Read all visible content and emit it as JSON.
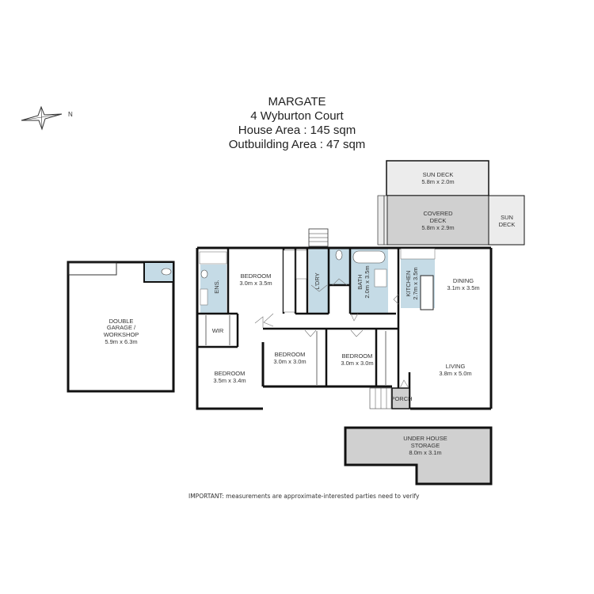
{
  "header": {
    "suburb": "MARGATE",
    "address": "4 Wyburton Court",
    "house_area": "House Area : 145 sqm",
    "outbuilding_area": "Outbuilding Area : 47 sqm"
  },
  "compass": {
    "icon": "compass-north-icon",
    "label": "N"
  },
  "colors": {
    "wet_area": "#c5dbe6",
    "deck_light": "#ececec",
    "deck_dark": "#d0d0d0",
    "wall": "#111111",
    "porch": "#cfcfcf"
  },
  "rooms": {
    "sun_deck_top": {
      "name": "SUN DECK",
      "size": "5.8m x 2.0m"
    },
    "covered_deck": {
      "name1": "COVERED",
      "name2": "DECK",
      "size": "5.8m x 2.9m"
    },
    "sun_deck_side": {
      "name1": "SUN",
      "name2": "DECK"
    },
    "bedroom_main": {
      "name": "BEDROOM",
      "size": "3.0m x 3.5m"
    },
    "ensuite": {
      "name": "ENS."
    },
    "laundry": {
      "name": "L'DRY"
    },
    "bath": {
      "name": "BATH",
      "size": "2.0m x 3.5m"
    },
    "kitchen": {
      "name": "KITCHEN",
      "size": "2.7m x 3.5m"
    },
    "dining": {
      "name": "DINING",
      "size": "3.1m x 3.5m"
    },
    "wir": {
      "name": "WIR"
    },
    "bedroom_sw": {
      "name": "BEDROOM",
      "size": "3.5m x 3.4m"
    },
    "bedroom_mid1": {
      "name": "BEDROOM",
      "size": "3.0m x 3.0m"
    },
    "bedroom_mid2": {
      "name": "BEDROOM",
      "size": "3.0m x 3.0m"
    },
    "living": {
      "name": "LIVING",
      "size": "3.8m x 5.0m"
    },
    "porch": {
      "name": "PORCH"
    },
    "garage": {
      "name1": "DOUBLE",
      "name2": "GARAGE /",
      "name3": "WORKSHOP",
      "size": "5.9m x 6.3m"
    },
    "storage": {
      "name1": "UNDER HOUSE",
      "name2": "STORAGE",
      "size": "8.0m x 3.1m"
    }
  },
  "footer": {
    "disclaimer": "IMPORTANT: measurements are approximate-interested parties need to verify"
  }
}
